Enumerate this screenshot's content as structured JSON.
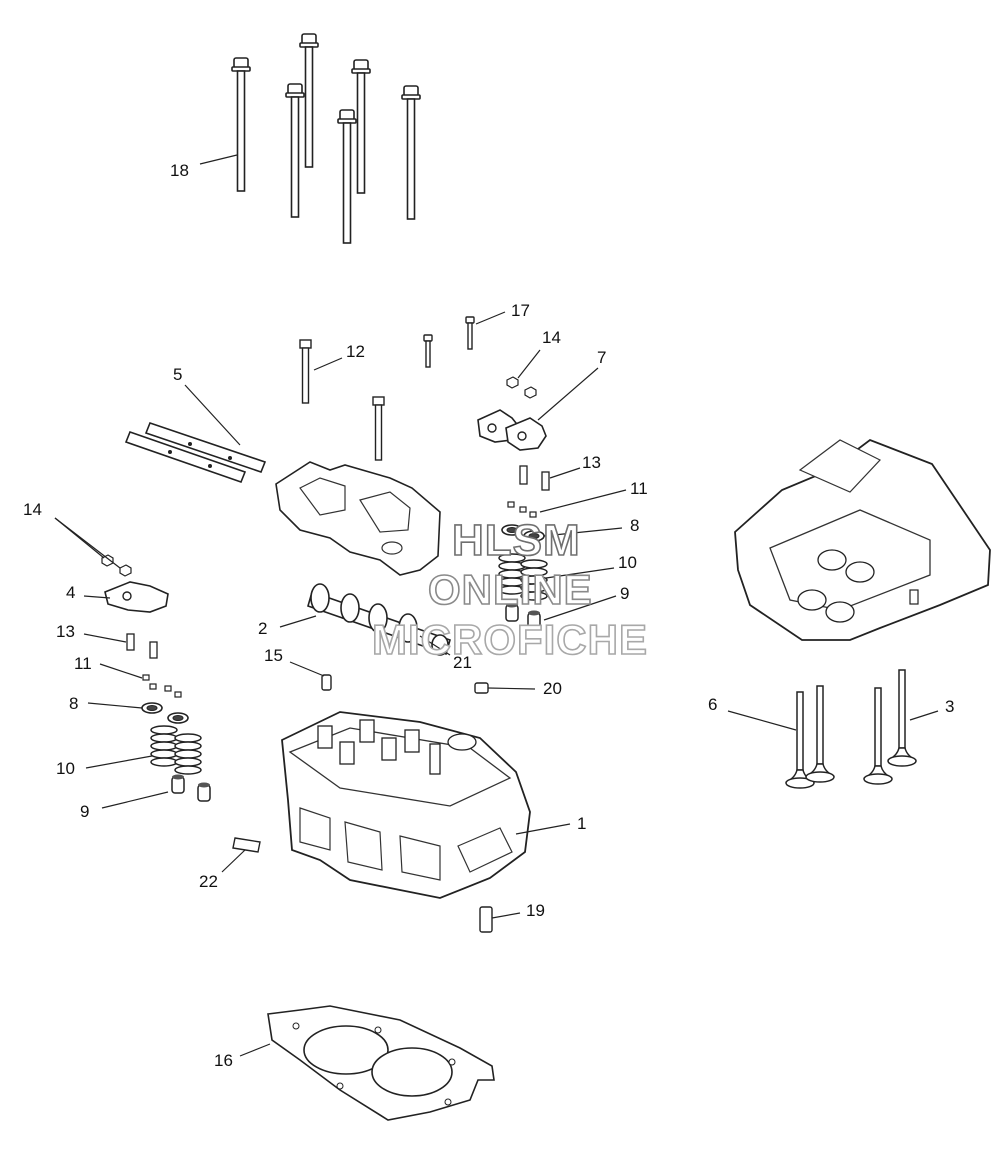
{
  "watermark": {
    "line1": "HLSM",
    "line2": "ONLINE",
    "line3": "MICROFICHE"
  },
  "callouts": [
    {
      "id": "c18",
      "label": "18"
    },
    {
      "id": "c17",
      "label": "17"
    },
    {
      "id": "c12",
      "label": "12"
    },
    {
      "id": "c14a",
      "label": "14"
    },
    {
      "id": "c7",
      "label": "7"
    },
    {
      "id": "c5",
      "label": "5"
    },
    {
      "id": "c13a",
      "label": "13"
    },
    {
      "id": "c11a",
      "label": "11"
    },
    {
      "id": "c8a",
      "label": "8"
    },
    {
      "id": "c10a",
      "label": "10"
    },
    {
      "id": "c9a",
      "label": "9"
    },
    {
      "id": "c14b",
      "label": "14"
    },
    {
      "id": "c4",
      "label": "4"
    },
    {
      "id": "c2",
      "label": "2"
    },
    {
      "id": "c21",
      "label": "21"
    },
    {
      "id": "c13b",
      "label": "13"
    },
    {
      "id": "c15",
      "label": "15"
    },
    {
      "id": "c11b",
      "label": "11"
    },
    {
      "id": "c20",
      "label": "20"
    },
    {
      "id": "c8b",
      "label": "8"
    },
    {
      "id": "c6",
      "label": "6"
    },
    {
      "id": "c3",
      "label": "3"
    },
    {
      "id": "c10b",
      "label": "10"
    },
    {
      "id": "c1",
      "label": "1"
    },
    {
      "id": "c9b",
      "label": "9"
    },
    {
      "id": "c22",
      "label": "22"
    },
    {
      "id": "c19",
      "label": "19"
    },
    {
      "id": "c16",
      "label": "16"
    }
  ]
}
